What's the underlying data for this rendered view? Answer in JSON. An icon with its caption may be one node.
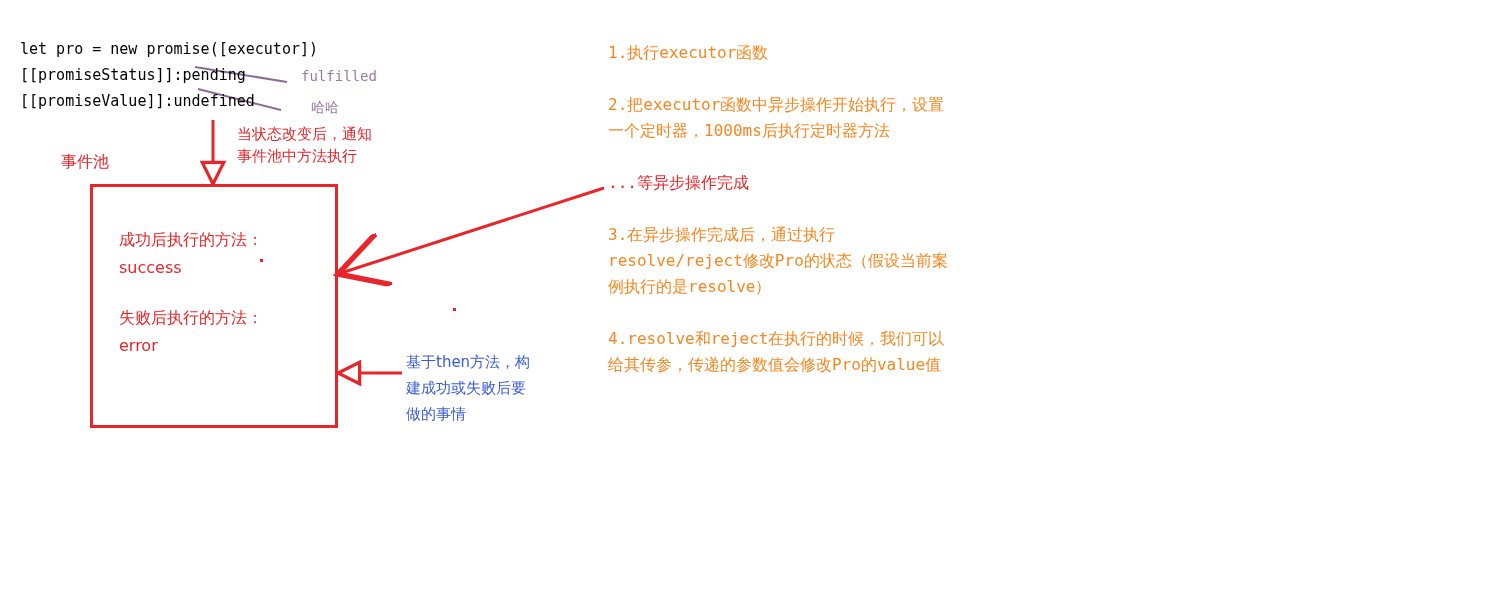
{
  "diagram": {
    "nodes": [
      {
        "text": [
          "let pro = new promise([executor])",
          "[[promiseStatus]]:pending",
          "[[promiseValue]]:undefined"
        ]
      },
      {
        "text": [
          "事件池",
          "成功后执行的方法：",
          "success",
          "失败后执行的方法：",
          "error"
        ]
      },
      {
        "text": [
          "1.执行executor函数",
          "2.把executor函数中异步操作开始执行，设置一个定时器，1000ms后执行定时器方法",
          "...等异步操作完成",
          "3.在异步操作完成后，通过执行resolve/reject修改Pro的状态（假设当前案例执行的是resolve）",
          "4.resolve和reject在执行的时候，我们可以给其传参，传递的参数值会修改Pro的value值"
        ]
      },
      {
        "text": [
          "基于then方法，构建成功或失败后要做的事情"
        ]
      }
    ],
    "edges": [
      {
        "from": 0,
        "to": 1,
        "arrow": "to",
        "label": "当状态改变后，通知事件池中方法执行"
      },
      {
        "from": 2,
        "to": 1,
        "arrow": "to"
      },
      {
        "from": 3,
        "to": 1,
        "arrow": "to"
      }
    ],
    "labels": [
      "fulfilled",
      "哈哈"
    ]
  }
}
